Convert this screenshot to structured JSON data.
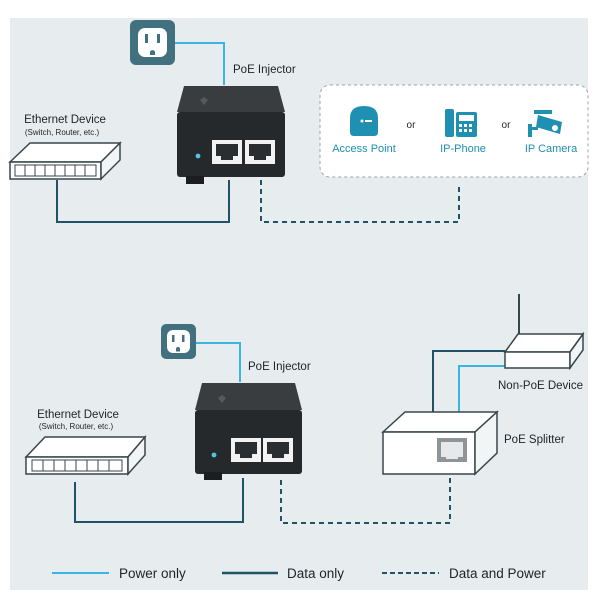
{
  "top": {
    "injector_label": "PoE Injector",
    "ethernet_device_title": "Ethernet Device",
    "ethernet_device_subtitle": "(Switch, Router, etc.)",
    "devices": {
      "access_point": "Access Point",
      "ip_phone": "IP-Phone",
      "ip_camera": "IP Camera",
      "or_1": "or",
      "or_2": "or"
    }
  },
  "bottom": {
    "injector_label": "PoE Injector",
    "ethernet_device_title": "Ethernet Device",
    "ethernet_device_subtitle": "(Switch, Router, etc.)",
    "non_poe_device": "Non-PoE Device",
    "poe_splitter": "PoE Splitter"
  },
  "legend": {
    "power_only": "Power only",
    "data_only": "Data only",
    "data_and_power": "Data and Power"
  },
  "colors": {
    "background": "#e7edef",
    "power_line": "#3ab5df",
    "data_line": "#1f5366",
    "outlet_bg": "#41717f",
    "device_accent": "#1f8fb2",
    "injector_body": "#26292b"
  }
}
